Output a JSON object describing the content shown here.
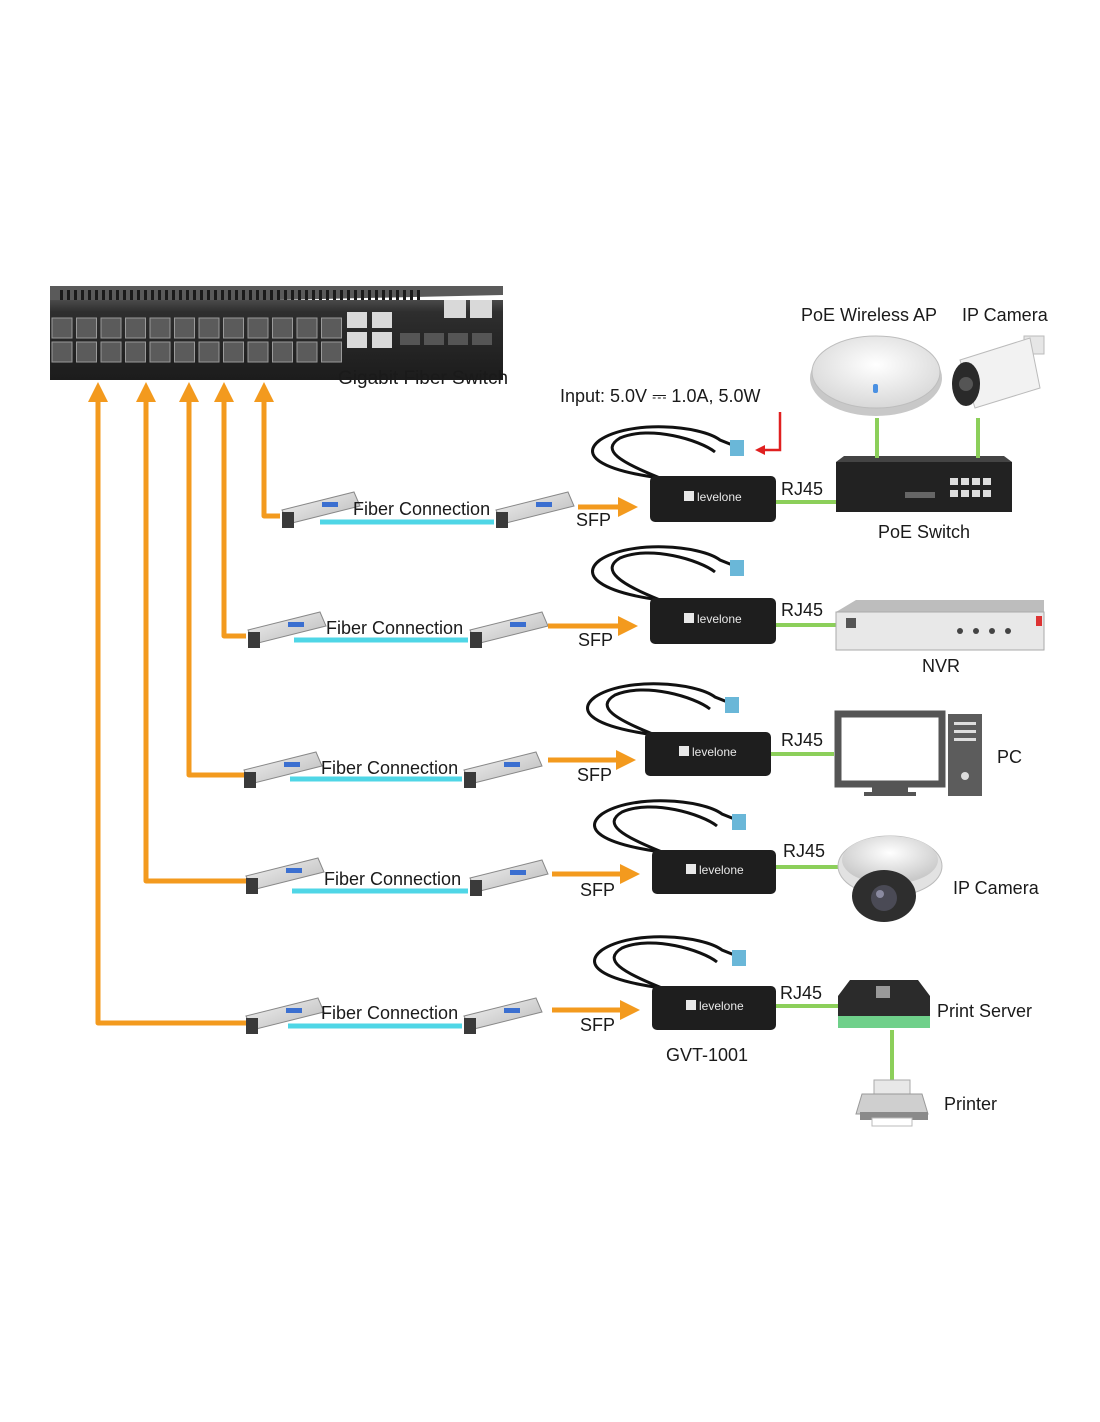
{
  "colors": {
    "fiber_arrow": "#f39a1e",
    "fiber_cable": "#4fd6e6",
    "ethernet": "#8ccf5a",
    "power_arrow": "#e02020",
    "converter": "#1e1e1e",
    "switch_body": "#2b2b2b"
  },
  "switch": {
    "label": "Gigabit Fiber Switch"
  },
  "power": {
    "label": "Input: 5.0V ⎓ 1.0A, 5.0W"
  },
  "converter_brand": "levelone",
  "converter_model": "GVT-1001",
  "rows": [
    {
      "fiber_label": "Fiber Connection",
      "sfp_label": "SFP",
      "rj45_label": "RJ45",
      "device": "PoE Switch",
      "device_icon": "poe-switch-icon",
      "extras": [
        {
          "label": "PoE Wireless AP",
          "icon": "wireless-ap-icon"
        },
        {
          "label": "IP Camera",
          "icon": "bullet-camera-icon"
        }
      ]
    },
    {
      "fiber_label": "Fiber Connection",
      "sfp_label": "SFP",
      "rj45_label": "RJ45",
      "device": "NVR",
      "device_icon": "nvr-icon"
    },
    {
      "fiber_label": "Fiber Connection",
      "sfp_label": "SFP",
      "rj45_label": "RJ45",
      "device": "PC",
      "device_icon": "pc-icon"
    },
    {
      "fiber_label": "Fiber Connection",
      "sfp_label": "SFP",
      "rj45_label": "RJ45",
      "device": "IP Camera",
      "device_icon": "dome-camera-icon"
    },
    {
      "fiber_label": "Fiber Connection",
      "sfp_label": "SFP",
      "rj45_label": "RJ45",
      "device": "Print Server",
      "device_icon": "print-server-icon",
      "downstream": {
        "label": "Printer",
        "icon": "printer-icon"
      }
    }
  ]
}
